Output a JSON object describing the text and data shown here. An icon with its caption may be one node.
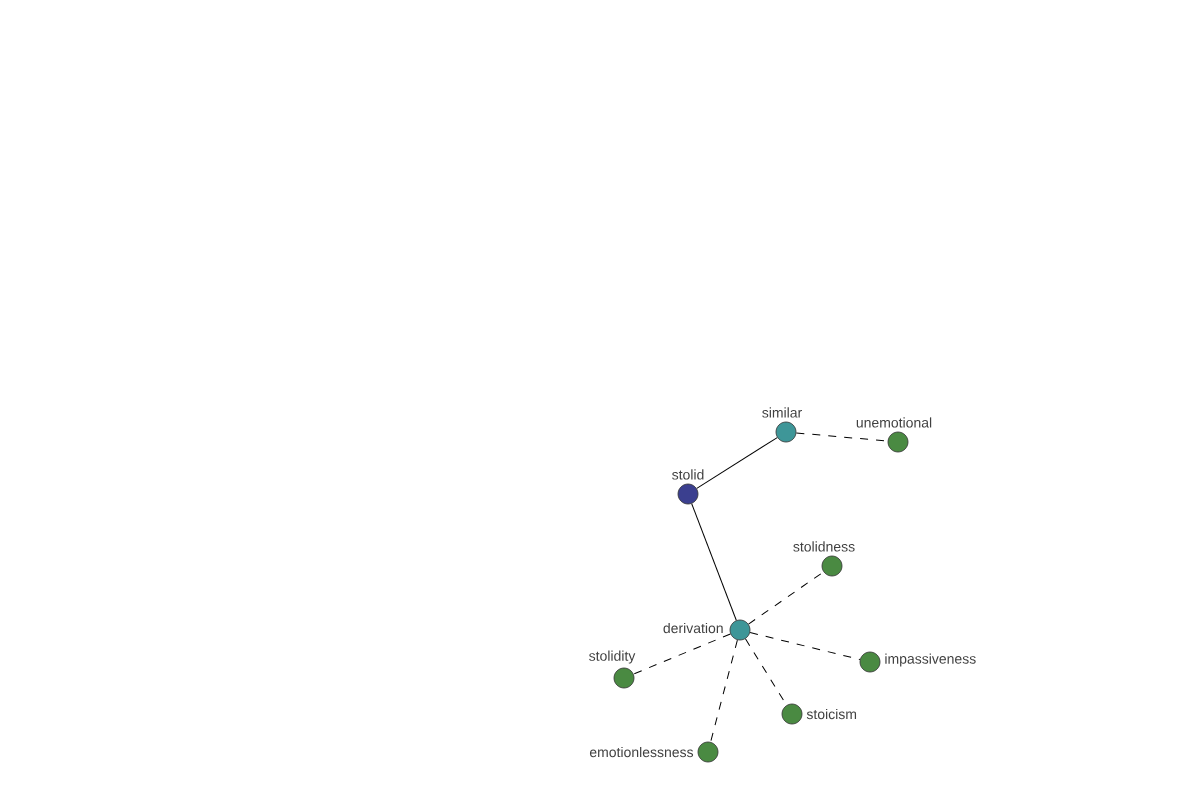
{
  "diagram": {
    "nodes": [
      {
        "text": [
          "stolid"
        ]
      },
      {
        "text": [
          "similar"
        ]
      },
      {
        "text": [
          "unemotional"
        ]
      },
      {
        "text": [
          "derivation"
        ]
      },
      {
        "text": [
          "stolidness"
        ]
      },
      {
        "text": [
          "stolidity"
        ]
      },
      {
        "text": [
          "impassiveness"
        ]
      },
      {
        "text": [
          "stoicism"
        ]
      },
      {
        "text": [
          "emotionlessness"
        ]
      }
    ],
    "edges": [
      {
        "from": 0,
        "to": 1,
        "arrow": "none"
      },
      {
        "from": 0,
        "to": 3,
        "arrow": "none"
      },
      {
        "from": 1,
        "to": 2,
        "arrow": "none",
        "style": "dashed"
      },
      {
        "from": 3,
        "to": 4,
        "arrow": "none",
        "style": "dashed"
      },
      {
        "from": 3,
        "to": 5,
        "arrow": "none",
        "style": "dashed"
      },
      {
        "from": 3,
        "to": 6,
        "arrow": "none",
        "style": "dashed"
      },
      {
        "from": 3,
        "to": 7,
        "arrow": "none",
        "style": "dashed"
      },
      {
        "from": 3,
        "to": 8,
        "arrow": "none",
        "style": "dashed"
      }
    ]
  }
}
